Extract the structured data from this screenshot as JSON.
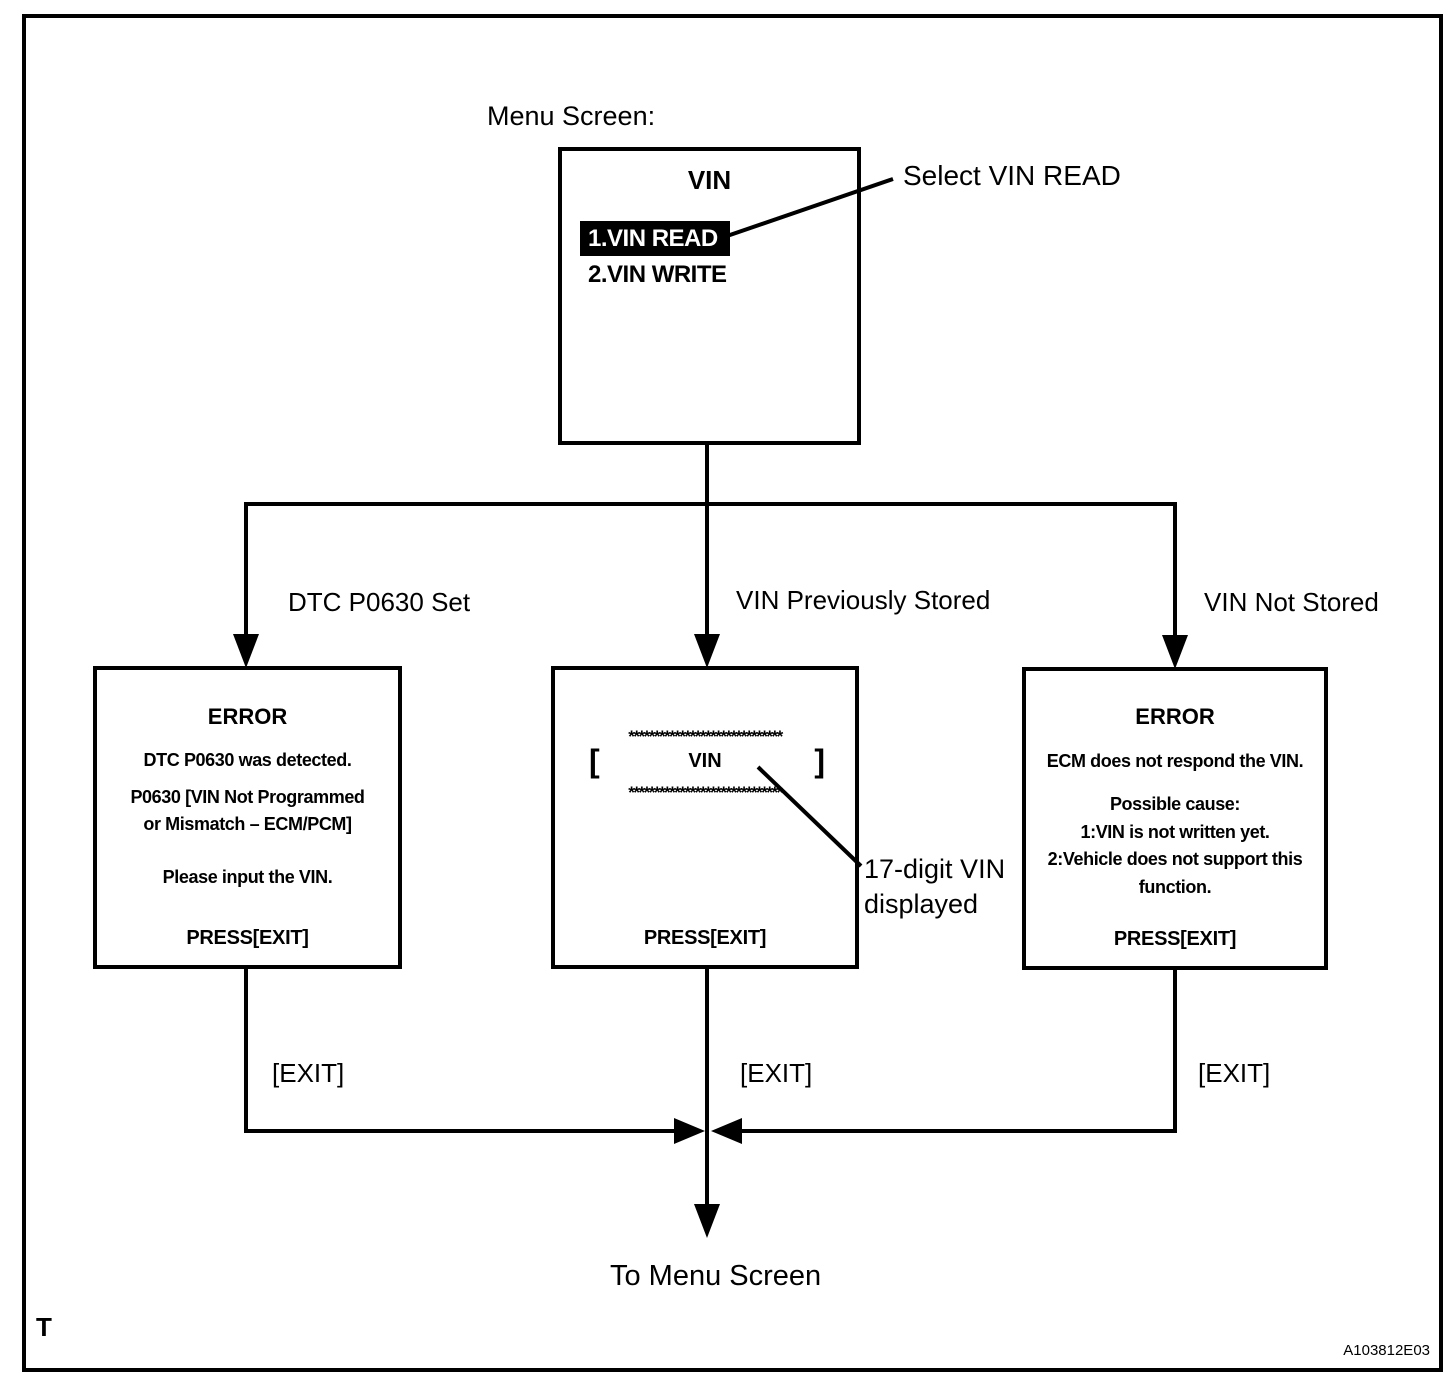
{
  "labels": {
    "menu_screen": "Menu Screen:",
    "select_vin_read": "Select VIN READ",
    "branch_left": "DTC P0630 Set",
    "branch_middle": "VIN Previously Stored",
    "branch_right": "VIN Not Stored",
    "exit_left": "[EXIT]",
    "exit_middle": "[EXIT]",
    "exit_right": "[EXIT]",
    "to_menu_screen": "To Menu Screen",
    "callout_line1": "17-digit VIN",
    "callout_line2": "displayed",
    "footer_left": "T",
    "figure_id": "A103812E03"
  },
  "menu_box": {
    "title": "VIN",
    "items": [
      {
        "label": "1.VIN READ",
        "selected": true
      },
      {
        "label": "2.VIN WRITE",
        "selected": false
      }
    ]
  },
  "left_error_box": {
    "title": "ERROR",
    "lines": [
      "DTC P0630 was detected.",
      "P0630  [VIN Not Programmed",
      "or Mismatch – ECM/PCM]",
      "Please input the VIN."
    ],
    "press_exit": "PRESS[EXIT]"
  },
  "vin_display_box": {
    "mask_row": "******************************",
    "bracket_open": "[",
    "vin_label": "VIN",
    "bracket_close": "]",
    "press_exit": "PRESS[EXIT]"
  },
  "right_error_box": {
    "title": "ERROR",
    "lines": [
      "ECM does not respond the VIN.",
      "Possible cause:",
      "1:VIN is not written yet.",
      "2:Vehicle does not support this",
      "function."
    ],
    "press_exit": "PRESS[EXIT]"
  },
  "colors": {
    "ink": "#000000",
    "paper": "#ffffff",
    "highlight_bg": "#000000",
    "highlight_text": "#ffffff"
  }
}
